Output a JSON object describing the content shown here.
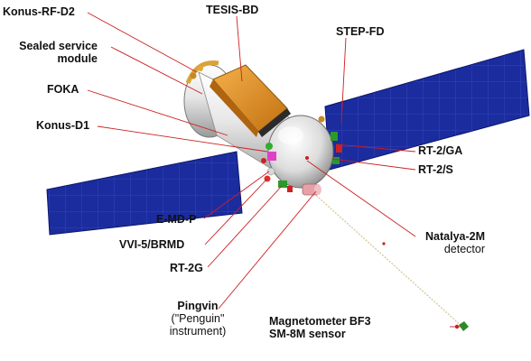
{
  "labels": {
    "konus_rf_d2": "Konus-RF-D2",
    "tesis_bd": "TESIS-BD",
    "sealed_service_1": "Sealed service",
    "sealed_service_2": "module",
    "foka": "FOKA",
    "step_fd": "STEP-FD",
    "konus_d1": "Konus-D1",
    "rt2_ga": "RT-2/GA",
    "rt2_s": "RT-2/S",
    "e_md_p": "E-MD-P",
    "vvi5_brmd": "VVI-5/BRMD",
    "natalya_1": "Natalya-2M",
    "natalya_2": "detector",
    "rt2g": "RT-2G",
    "pingvin_1": "Pingvin",
    "pingvin_2": "(\"Penguin\"",
    "pingvin_3": "instrument)",
    "magnet_1": "Magnetometer BF3",
    "magnet_2": "SM-8M sensor"
  },
  "colors": {
    "leader_line": "#cc1f1f",
    "solar_panel": "#1a2a9c",
    "panel_grid": "#4b5bd0",
    "gold_box": "#e08f1a",
    "hull": "#d8d8d8"
  }
}
